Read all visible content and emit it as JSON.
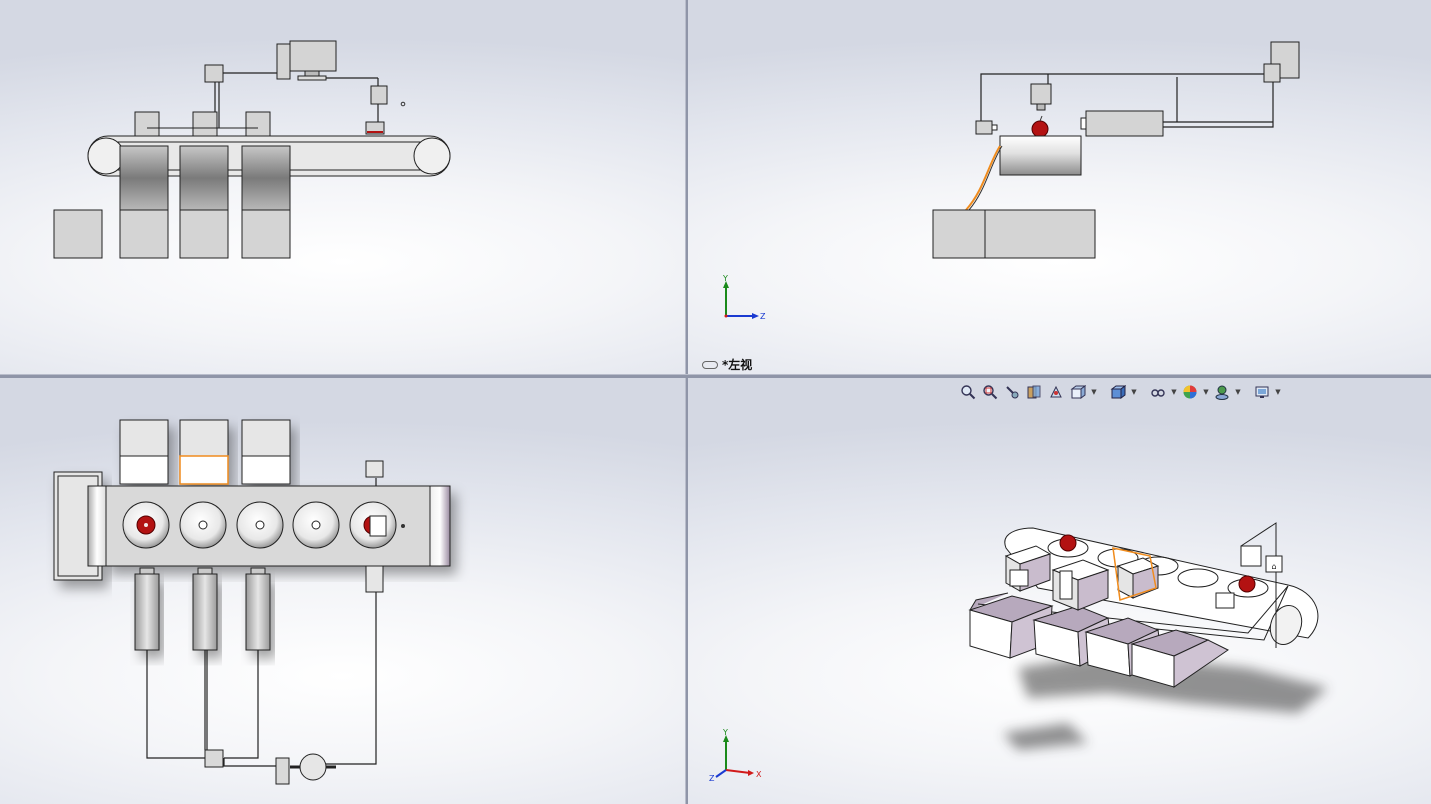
{
  "viewports": {
    "top_left": {
      "name": "front-view"
    },
    "top_right": {
      "name": "left-view",
      "label": "*左视"
    },
    "bottom_left": {
      "name": "top-view"
    },
    "bottom_right": {
      "name": "isometric-view"
    }
  },
  "triads": {
    "left_view": {
      "y": "Y",
      "z": "Z"
    },
    "iso_view": {
      "y": "Y",
      "x": "X",
      "z": "Z"
    }
  },
  "toolbar": {
    "buttons": [
      {
        "name": "zoom-to-fit-icon",
        "dropdown": false
      },
      {
        "name": "zoom-to-area-icon",
        "dropdown": false
      },
      {
        "name": "previous-view-icon",
        "dropdown": false
      },
      {
        "name": "section-view-icon",
        "dropdown": false
      },
      {
        "name": "dynamic-annotation-icon",
        "dropdown": false
      },
      {
        "name": "view-orientation-icon",
        "dropdown": true
      },
      {
        "name": "display-style-icon",
        "dropdown": true
      },
      {
        "name": "hide-show-items-icon",
        "dropdown": true
      },
      {
        "name": "edit-appearance-icon",
        "dropdown": true
      },
      {
        "name": "apply-scene-icon",
        "dropdown": true
      },
      {
        "name": "view-settings-icon",
        "dropdown": true
      }
    ]
  },
  "colors": {
    "part_fill": "#d4d4d4",
    "part_stroke": "#222222",
    "apple": "#b31212",
    "highlight": "#f08c1e",
    "axis_y": "#1a8a1a",
    "axis_x": "#d11a1a",
    "axis_z": "#1a3ad1"
  }
}
